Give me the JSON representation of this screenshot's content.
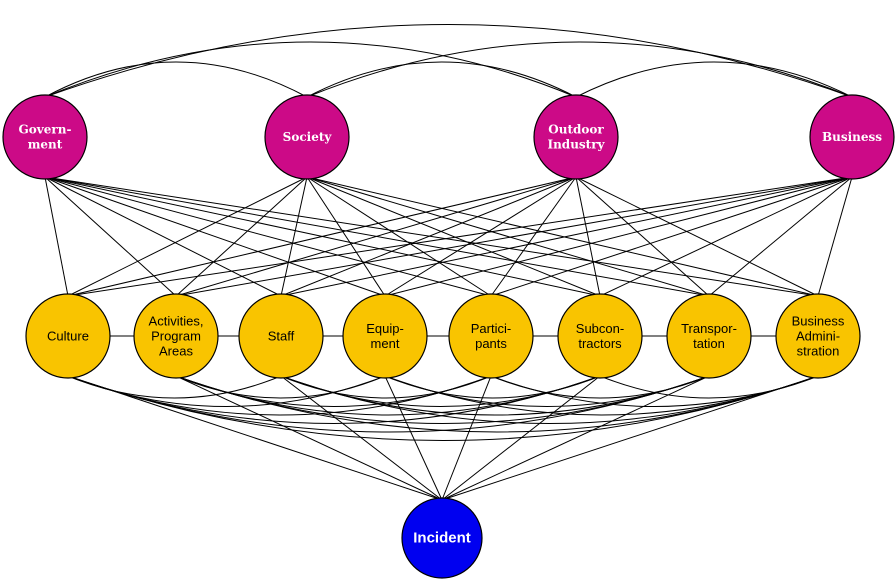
{
  "colors": {
    "top_fill": "#cc0a87",
    "mid_fill": "#f9c400",
    "incident_fill": "#0000f0",
    "edge": "#000000"
  },
  "top_nodes": [
    {
      "id": "government",
      "lines": [
        "Govern-",
        "ment"
      ]
    },
    {
      "id": "society",
      "lines": [
        "Society"
      ]
    },
    {
      "id": "outdoor-industry",
      "lines": [
        "Outdoor",
        "Industry"
      ]
    },
    {
      "id": "business",
      "lines": [
        "Business"
      ]
    }
  ],
  "mid_nodes": [
    {
      "id": "culture",
      "lines": [
        "Culture"
      ]
    },
    {
      "id": "activities",
      "lines": [
        "Activities,",
        "Program",
        "Areas"
      ]
    },
    {
      "id": "staff",
      "lines": [
        "Staff"
      ]
    },
    {
      "id": "equipment",
      "lines": [
        "Equip-",
        "ment"
      ]
    },
    {
      "id": "participants",
      "lines": [
        "Partici-",
        "pants"
      ]
    },
    {
      "id": "subcontractors",
      "lines": [
        "Subcon-",
        "tractors"
      ]
    },
    {
      "id": "transportation",
      "lines": [
        "Transpor-",
        "tation"
      ]
    },
    {
      "id": "business-administration",
      "lines": [
        "Business",
        "Admini-",
        "stration"
      ]
    }
  ],
  "incident_node": {
    "id": "incident",
    "lines": [
      "Incident"
    ]
  }
}
